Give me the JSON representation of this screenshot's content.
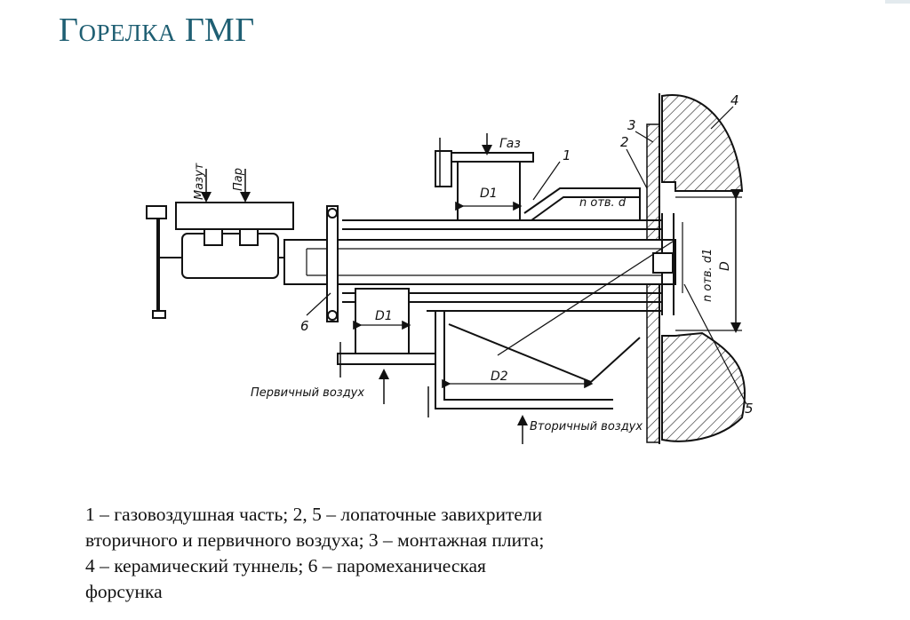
{
  "title": "Горелка ГМГ",
  "diagram": {
    "labels": {
      "mazut": "Мазут",
      "par": "Пар",
      "gaz": "Газ",
      "primary_air": "Первичный воздух",
      "secondary_air": "Вторичный воздух",
      "d1_top": "D1",
      "d1_bottom": "D1",
      "d2": "D2",
      "d_big": "D",
      "holes_d": "n отв. d",
      "holes_d1": "n отв. d1"
    },
    "callouts": [
      "1",
      "2",
      "3",
      "4",
      "5",
      "6"
    ]
  },
  "caption": {
    "lines": [
      "1 – газовоздушная часть; 2, 5 – лопаточные завихрители",
      "вторичного и первичного воздуха; 3 – монтажная плита;",
      "4 – керамический туннель; 6 – паромеханическая",
      "форсунка"
    ]
  }
}
